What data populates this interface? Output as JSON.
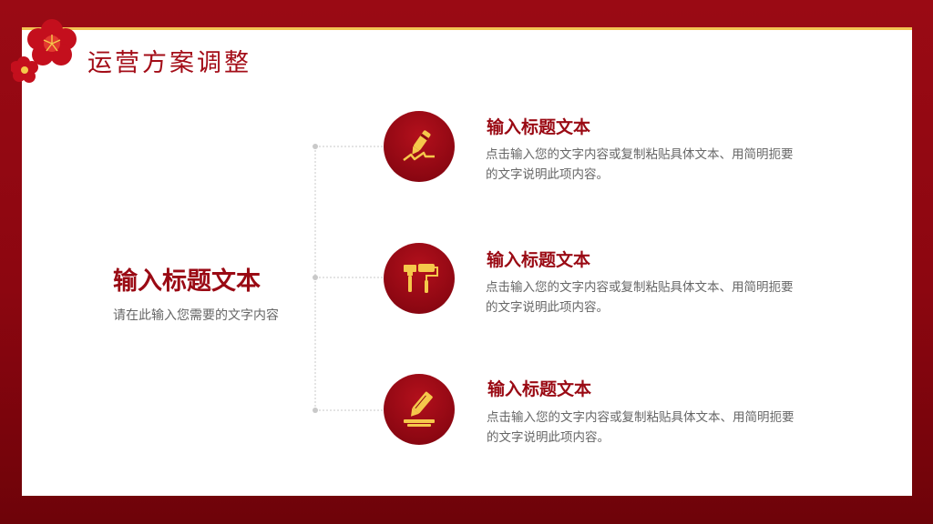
{
  "header": {
    "title": "运营方案调整"
  },
  "main": {
    "title": "输入标题文本",
    "subtitle": "请在此输入您需要的文字内容"
  },
  "items": [
    {
      "title": "输入标题文本",
      "desc": "点击输入您的文字内容或复制粘贴具体文本、用简明扼要的文字说明此项内容。",
      "icon": "pen-writing-icon"
    },
    {
      "title": "输入标题文本",
      "desc": "点击输入您的文字内容或复制粘贴具体文本、用简明扼要的文字说明此项内容。",
      "icon": "paint-brush-roller-icon"
    },
    {
      "title": "输入标题文本",
      "desc": "点击输入您的文字内容或复制粘贴具体文本、用简明扼要的文字说明此项内容。",
      "icon": "pencil-icon"
    }
  ],
  "colors": {
    "brand_red": "#9a0a14",
    "accent_gold": "#f2c453",
    "icon_gold": "#f5c84b"
  }
}
